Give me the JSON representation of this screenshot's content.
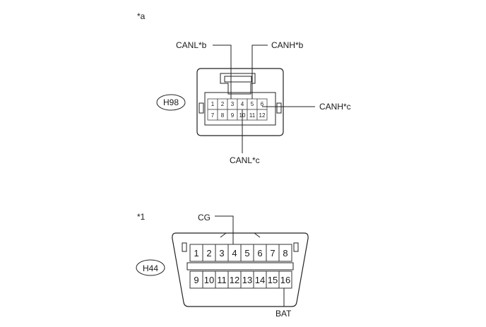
{
  "top_diagram": {
    "marker": "*a",
    "connector_id": "H98",
    "callouts": {
      "canl_b": "CANL*b",
      "canh_b": "CANH*b",
      "canh_c": "CANH*c",
      "canl_c": "CANL*c"
    },
    "pins_row1": [
      "1",
      "2",
      "3",
      "4",
      "5",
      "6"
    ],
    "pins_row2": [
      "7",
      "8",
      "9",
      "10",
      "11",
      "12"
    ]
  },
  "bottom_diagram": {
    "marker": "*1",
    "connector_id": "H44",
    "callouts": {
      "cg": "CG",
      "bat": "BAT"
    },
    "pins_row1": [
      "1",
      "2",
      "3",
      "4",
      "5",
      "6",
      "7",
      "8"
    ],
    "pins_row2": [
      "9",
      "10",
      "11",
      "12",
      "13",
      "14",
      "15",
      "16"
    ]
  }
}
